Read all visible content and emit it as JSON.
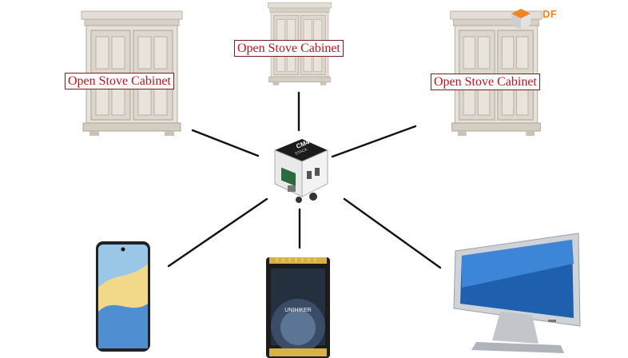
{
  "cabinets": [
    {
      "label": "Open Stove Cabinet"
    },
    {
      "label": "Open Stove Cabinet"
    },
    {
      "label": "Open Stove Cabinet"
    }
  ],
  "hub": {
    "name": "cm4-stack-hub",
    "print_top": "CM4",
    "print_bottom": "STACK"
  },
  "devices": {
    "unihiker_text": "UNIHIKER"
  },
  "logo": {
    "text": "DF",
    "color": "#f58220"
  },
  "colors": {
    "label_text": "#c1121f",
    "lines": "#111111",
    "cabinet": "#ddd8cf"
  }
}
